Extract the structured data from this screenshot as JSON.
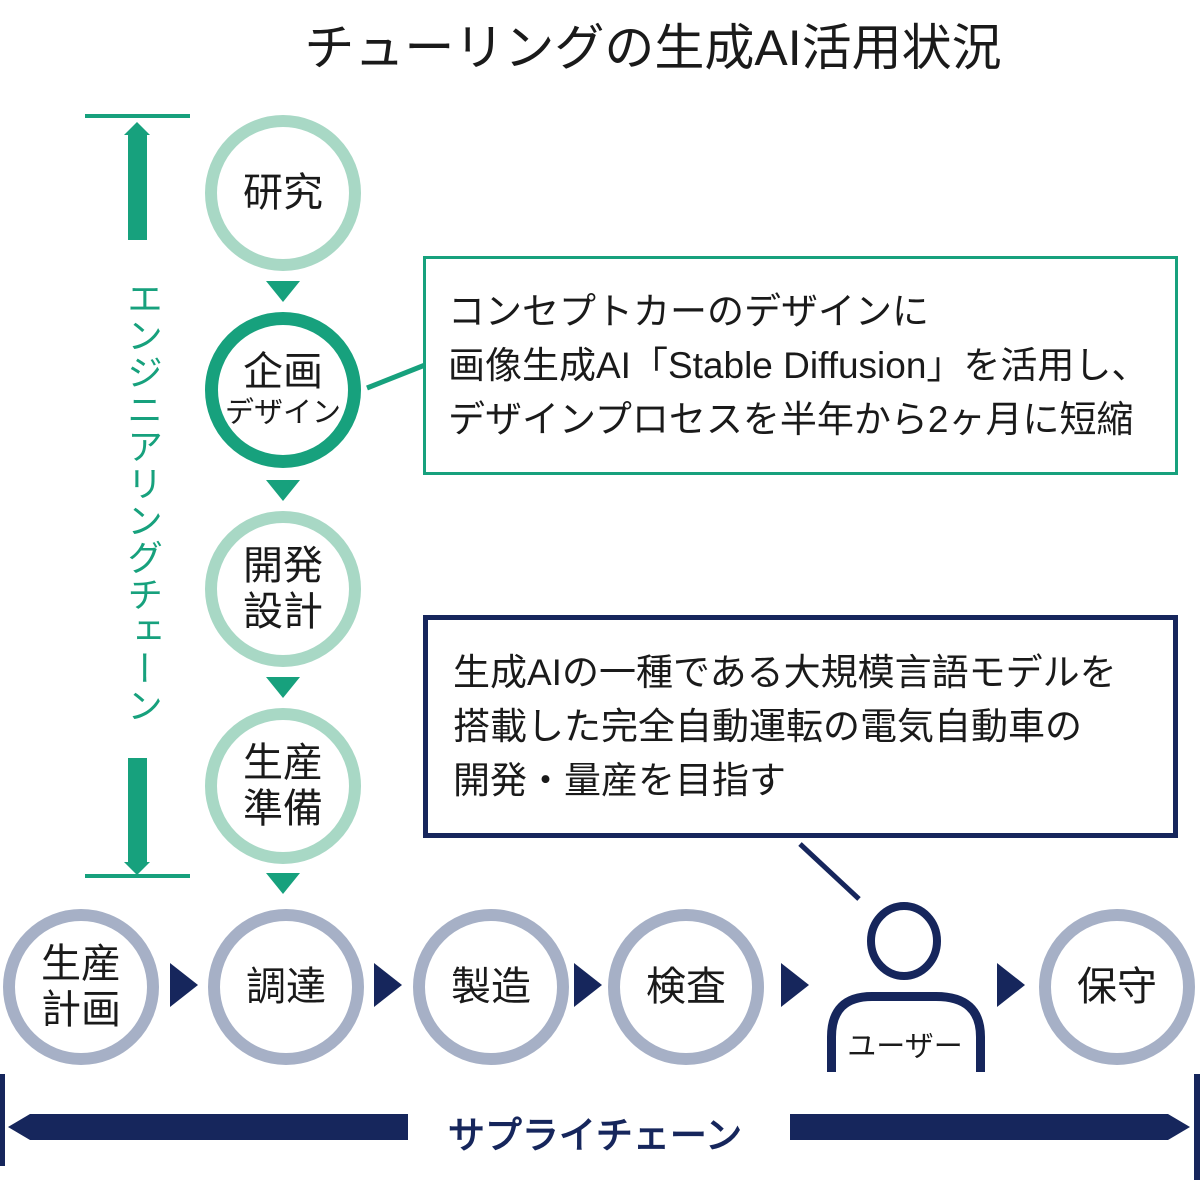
{
  "title": "チューリングの生成AI活用状況",
  "engineering_chain": {
    "label": "エンジニアリングチェーン"
  },
  "engineering_steps": [
    {
      "lines": [
        "研究"
      ],
      "highlighted": false
    },
    {
      "lines": [
        "企画",
        "デザイン"
      ],
      "highlighted": true
    },
    {
      "lines": [
        "開発",
        "設計"
      ],
      "highlighted": false
    },
    {
      "lines": [
        "生産",
        "準備"
      ],
      "highlighted": false
    }
  ],
  "callouts": [
    {
      "accent": "green",
      "lines": [
        "コンセプトカーのデザインに",
        "画像生成AI「Stable Diffusion」を活用し、",
        "デザインプロセスを半年から2ヶ月に短縮"
      ]
    },
    {
      "accent": "navy",
      "lines": [
        "生成AIの一種である大規模言語モデルを",
        "搭載した完全自動運転の電気自動車の",
        "開発・量産を目指す"
      ]
    }
  ],
  "supply_steps": [
    {
      "lines": [
        "生産",
        "計画"
      ]
    },
    {
      "lines": [
        "調達"
      ]
    },
    {
      "lines": [
        "製造"
      ]
    },
    {
      "lines": [
        "検査"
      ]
    },
    {
      "lines": [
        "保守"
      ]
    }
  ],
  "user": {
    "label": "ユーザー"
  },
  "supply_chain": {
    "label": "サプライチェーン"
  },
  "colors": {
    "green": "#17a17d",
    "green_light": "#a8d8c5",
    "navy": "#16265c",
    "gray_blue": "#a6b0c6"
  }
}
